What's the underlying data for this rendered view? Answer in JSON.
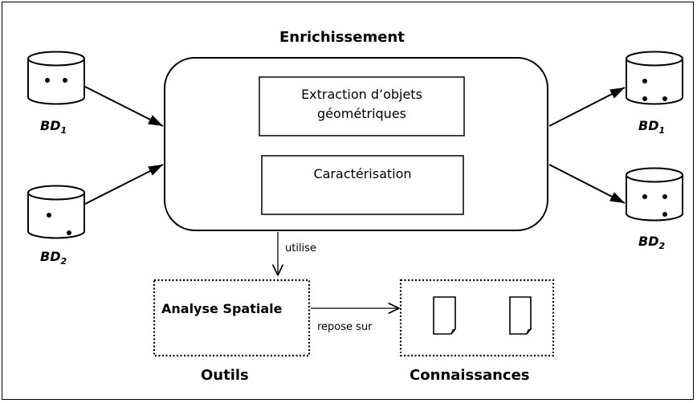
{
  "title": "Enrichissement",
  "process_boxes": {
    "extraction": [
      "Extraction d’objets",
      "géométriques"
    ],
    "caracterisation": "Caractérisation"
  },
  "edge_labels": {
    "utilise": "utilise",
    "repose_sur": "repose sur"
  },
  "tools_box": {
    "label": "Analyse Spatiale",
    "caption": "Outils"
  },
  "knowledge_box": {
    "caption": "Connaissances"
  },
  "databases": {
    "input": [
      {
        "name": "BD",
        "index": "1"
      },
      {
        "name": "BD",
        "index": "2"
      }
    ],
    "output": [
      {
        "name": "BD",
        "index": "1"
      },
      {
        "name": "BD",
        "index": "2"
      }
    ]
  }
}
